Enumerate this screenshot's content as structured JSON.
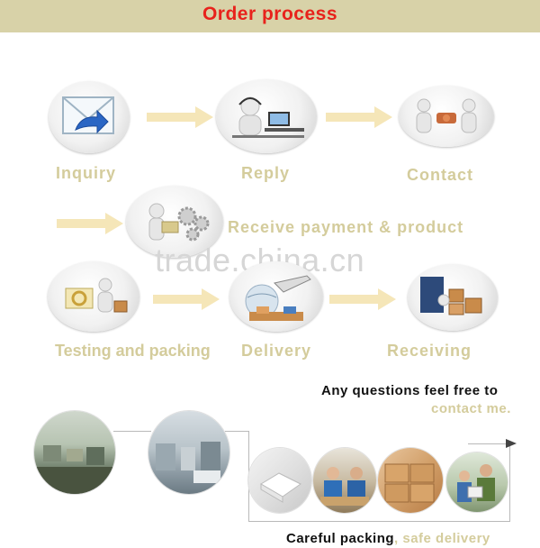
{
  "header": {
    "title": "Order process",
    "bg_color": "#d8d2a8",
    "title_color": "#e8221c"
  },
  "steps": [
    {
      "label": "Inquiry",
      "icon": "envelope-icon"
    },
    {
      "label": "Reply",
      "icon": "support-agent-icon"
    },
    {
      "label": "Contact",
      "icon": "handshake-icon"
    },
    {
      "label": "Receive payment & product",
      "icon": "gears-money-icon"
    },
    {
      "label": "Testing and packing",
      "icon": "testing-box-icon"
    },
    {
      "label": "Delivery",
      "icon": "delivery-plane-icon"
    },
    {
      "label": "Receiving",
      "icon": "receiving-boxes-icon"
    }
  ],
  "label_color": "#d4cc9c",
  "watermark": "trade.china.cn",
  "questions": {
    "line1": "Any questions feel free to",
    "line2": "contact me."
  },
  "bottom": {
    "part1": "Careful packing",
    "separator": ",",
    "part2": " safe delivery"
  },
  "accent_color": "#d4cc9c"
}
